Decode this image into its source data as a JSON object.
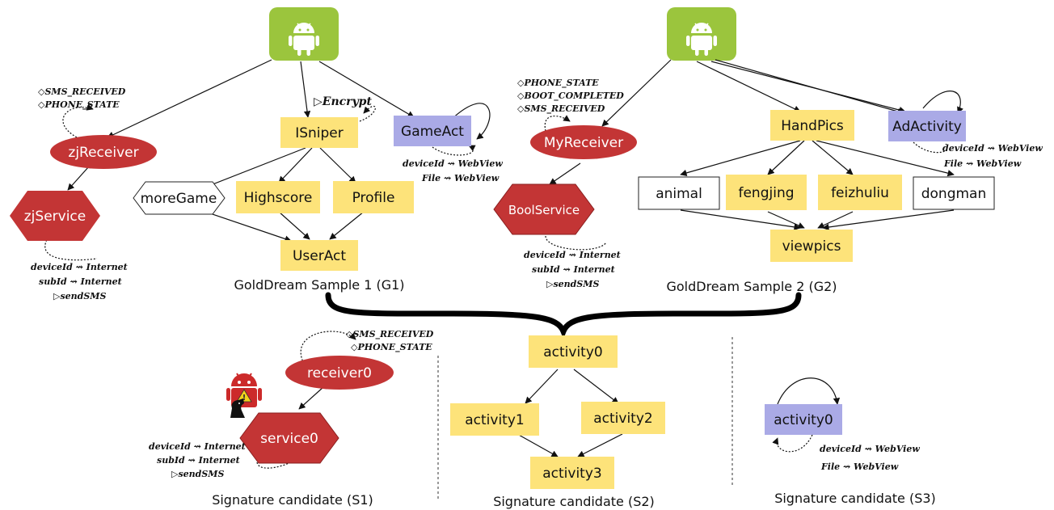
{
  "colors": {
    "activity": "#fde37a",
    "highlight_activity": "#aaaae6",
    "receiver_service": "#c33535",
    "android_badge": "#9bc53d",
    "plain_node_border": "#222222"
  },
  "icons": [
    "android-icon",
    "malware-android-icon",
    "trojan-horse-icon"
  ],
  "g1": {
    "caption": "GoldDream Sample 1 (G1)",
    "nodes": {
      "zjReceiver": "zjReceiver",
      "zjService": "zjService",
      "ISniper": "ISniper",
      "GameAct": "GameAct",
      "moreGame": "moreGame",
      "Highscore": "Highscore",
      "Profile": "Profile",
      "UserAct": "UserAct"
    },
    "annotations": {
      "receiver_intents": [
        "◇SMS_RECEIVED",
        "◇PHONE_STATE"
      ],
      "encrypt": "▷Encrypt",
      "gameact_flows": [
        "deviceId ⇝ WebView",
        "File ⇝ WebView"
      ],
      "service_flows": [
        "deviceId ⇝ Internet",
        "subId ⇝ Internet",
        "▷sendSMS"
      ]
    }
  },
  "g2": {
    "caption": "GoldDream Sample 2 (G2)",
    "nodes": {
      "MyReceiver": "MyReceiver",
      "BoolService": "BoolService",
      "HandPics": "HandPics",
      "AdActivity": "AdActivity",
      "animal": "animal",
      "fengjing": "fengjing",
      "feizhuliu": "feizhuliu",
      "dongman": "dongman",
      "viewpics": "viewpics"
    },
    "annotations": {
      "receiver_intents": [
        "◇PHONE_STATE",
        "◇BOOT_COMPLETED",
        "◇SMS_RECEIVED"
      ],
      "adactivity_flows": [
        "deviceId ⇝ WebView",
        "File ⇝ WebView"
      ],
      "service_flows": [
        "deviceId ⇝ Internet",
        "subId ⇝ Internet",
        "▷sendSMS"
      ]
    }
  },
  "s1": {
    "caption": "Signature candidate (S1)",
    "nodes": {
      "receiver0": "receiver0",
      "service0": "service0"
    },
    "annotations": {
      "receiver_intents": [
        "◇SMS_RECEIVED",
        "◇PHONE_STATE"
      ],
      "service_flows": [
        "deviceId ⇝ Internet",
        "subId ⇝ Internet",
        "▷sendSMS"
      ]
    }
  },
  "s2": {
    "caption": "Signature candidate (S2)",
    "nodes": {
      "activity0": "activity0",
      "activity1": "activity1",
      "activity2": "activity2",
      "activity3": "activity3"
    }
  },
  "s3": {
    "caption": "Signature candidate (S3)",
    "nodes": {
      "activity0": "activity0"
    },
    "annotations": {
      "flows": [
        "deviceId ⇝ WebView",
        "File ⇝ WebView"
      ]
    }
  }
}
